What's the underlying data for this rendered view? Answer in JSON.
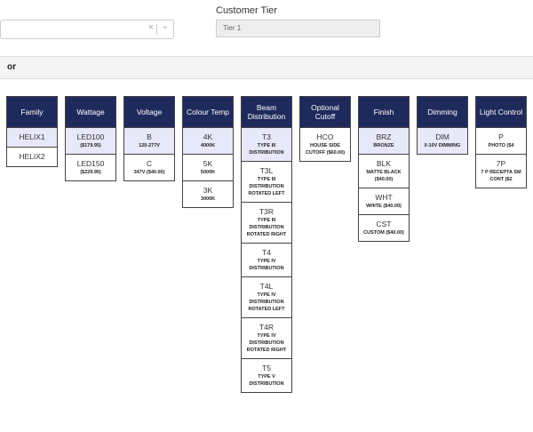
{
  "top": {
    "customer_tier_label": "Customer Tier",
    "customer_tier_value": "Tier 1",
    "clear_icon": "×",
    "dropdown_icon": "⌄"
  },
  "section": {
    "title": "or"
  },
  "colors": {
    "header": "#1f2a5c",
    "selected": "#e8e8fa"
  },
  "columns": [
    {
      "title": "Family",
      "options": [
        {
          "code": "HELIX1",
          "desc": "",
          "selected": true
        },
        {
          "code": "HELIX2",
          "desc": ""
        }
      ]
    },
    {
      "title": "Wattage",
      "options": [
        {
          "code": "LED100",
          "desc": "($179.95)",
          "selected": true
        },
        {
          "code": "LED150",
          "desc": "($229.95)"
        }
      ]
    },
    {
      "title": "Voltage",
      "options": [
        {
          "code": "B",
          "desc": "120-277V",
          "selected": true
        },
        {
          "code": "C",
          "desc": "347V ($40.00)"
        }
      ]
    },
    {
      "title": "Colour Temp",
      "options": [
        {
          "code": "4K",
          "desc": "4000K",
          "selected": true
        },
        {
          "code": "5K",
          "desc": "5000K"
        },
        {
          "code": "3K",
          "desc": "3000K"
        }
      ]
    },
    {
      "title": "Beam Distribution",
      "options": [
        {
          "code": "T3",
          "desc": "TYPE III DISTRIBUTION",
          "selected": true
        },
        {
          "code": "T3L",
          "desc": "TYPE III DISTRIBUTION ROTATED LEFT"
        },
        {
          "code": "T3R",
          "desc": "TYPE III DISTRIBUTION ROTATED RIGHT"
        },
        {
          "code": "T4",
          "desc": "TYPE IV DISTRIBUTION"
        },
        {
          "code": "T4L",
          "desc": "TYPE IV DISTRIBUTION ROTATED LEFT"
        },
        {
          "code": "T4R",
          "desc": "TYPE IV DISTRIBUTION ROTATED RIGHT"
        },
        {
          "code": "T5",
          "desc": "TYPE V DISTRIBUTION"
        }
      ]
    },
    {
      "title": "Optional Cutoff",
      "options": [
        {
          "code": "HCO",
          "desc": "HOUSE SIDE CUTOFF ($60.00)"
        }
      ]
    },
    {
      "title": "Finish",
      "options": [
        {
          "code": "BRZ",
          "desc": "BRONZE",
          "selected": true
        },
        {
          "code": "BLK",
          "desc": "MATTE BLACK ($40.00)"
        },
        {
          "code": "WHT",
          "desc": "WHITE ($40.00)"
        },
        {
          "code": "CST",
          "desc": "CUSTOM ($40.00)"
        }
      ]
    },
    {
      "title": "Dimming",
      "options": [
        {
          "code": "DIM",
          "desc": "0-10V DIMMING",
          "selected": true
        }
      ]
    },
    {
      "title": "Light Control",
      "options": [
        {
          "code": "P",
          "desc": "PHOTO ($4",
          "selected": false
        },
        {
          "code": "7P",
          "desc": "7 P RECEPTA SM CONT ($2"
        }
      ]
    }
  ]
}
